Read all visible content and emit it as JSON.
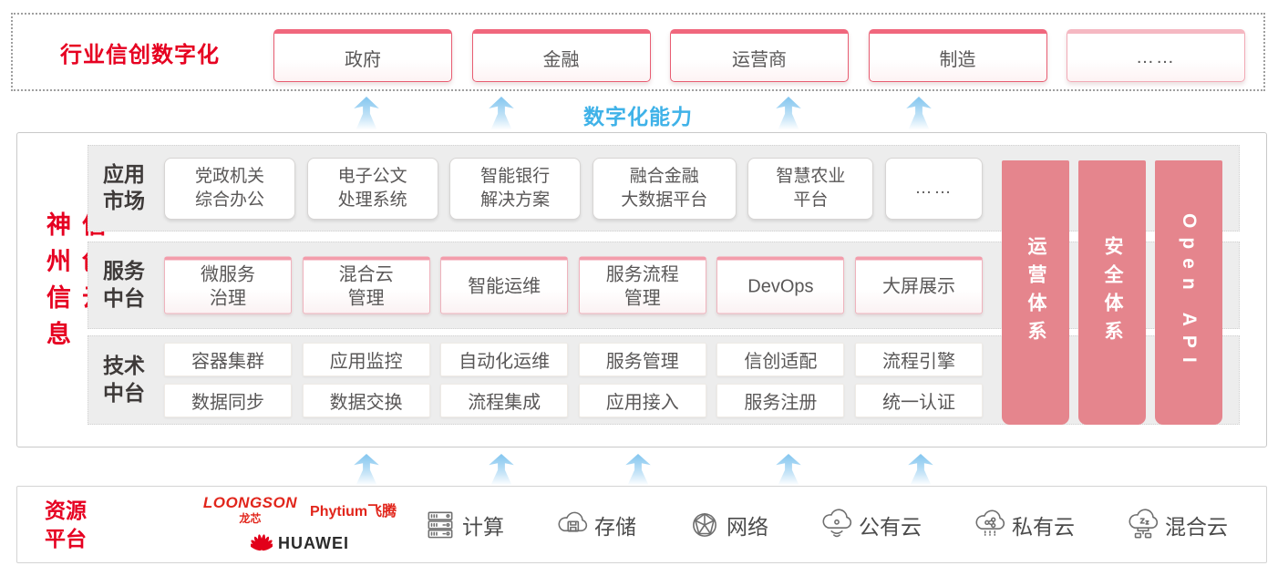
{
  "top": {
    "label": "行业信创数字化",
    "items": [
      "政府",
      "金融",
      "运营商",
      "制造",
      "……"
    ]
  },
  "capability_label": "数字化能力",
  "platform": {
    "title": "神州信息信创云",
    "rows": [
      {
        "label": "应用市场",
        "items": [
          "党政机关\n综合办公",
          "电子公文\n处理系统",
          "智能银行\n解决方案",
          "融合金融\n大数据平台",
          "智慧农业\n平台",
          "……"
        ]
      },
      {
        "label": "服务中台",
        "items": [
          "微服务\n治理",
          "混合云\n管理",
          "智能运维",
          "服务流程\n管理",
          "DevOps",
          "大屏展示"
        ]
      },
      {
        "label": "技术中台",
        "items_row1": [
          "容器集群",
          "应用监控",
          "自动化运维",
          "服务管理",
          "信创适配",
          "流程引擎"
        ],
        "items_row2": [
          "数据同步",
          "数据交换",
          "流程集成",
          "应用接入",
          "服务注册",
          "统一认证"
        ]
      }
    ],
    "pillars": [
      "运营体系",
      "安全体系",
      "Open API"
    ]
  },
  "resources": {
    "label": "资源平台",
    "vendors": {
      "loongson": "LOONGSON",
      "loongson_sub": "龙芯",
      "phytium": "Phytium飞腾",
      "huawei": "HUAWEI"
    },
    "items": [
      {
        "icon": "server-icon",
        "label": "计算"
      },
      {
        "icon": "storage-cloud-icon",
        "label": "存储"
      },
      {
        "icon": "network-globe-icon",
        "label": "网络"
      },
      {
        "icon": "public-cloud-icon",
        "label": "公有云"
      },
      {
        "icon": "private-cloud-icon",
        "label": "私有云"
      },
      {
        "icon": "hybrid-cloud-icon",
        "label": "混合云"
      }
    ]
  },
  "colors": {
    "accent_red": "#e60021",
    "box_border_red": "#e85d72",
    "pillar_pink": "#e5858d",
    "capability_blue": "#3fb2e8"
  }
}
